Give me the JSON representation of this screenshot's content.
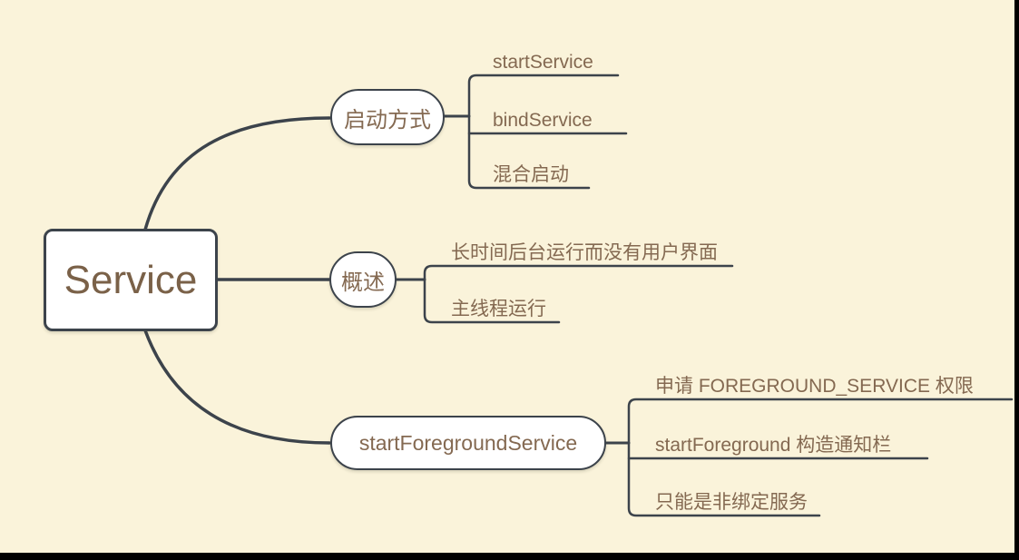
{
  "canvas": {
    "background_color": "#FAF3DA",
    "frame_color": "#000000",
    "line_color": "#3C434B",
    "node_fill_color": "#FFFFFF",
    "root_text_color": "#7A6148",
    "text_color": "#846951"
  },
  "mindmap": {
    "root": {
      "label": "Service"
    },
    "branches": [
      {
        "label": "启动方式",
        "children": [
          "startService",
          "bindService",
          "混合启动"
        ]
      },
      {
        "label": "概述",
        "children": [
          "长时间后台运行而没有用户界面",
          "主线程运行"
        ]
      },
      {
        "label": "startForegroundService",
        "children": [
          "申请 FOREGROUND_SERVICE 权限",
          "startForeground 构造通知栏",
          "只能是非绑定服务"
        ]
      }
    ]
  }
}
